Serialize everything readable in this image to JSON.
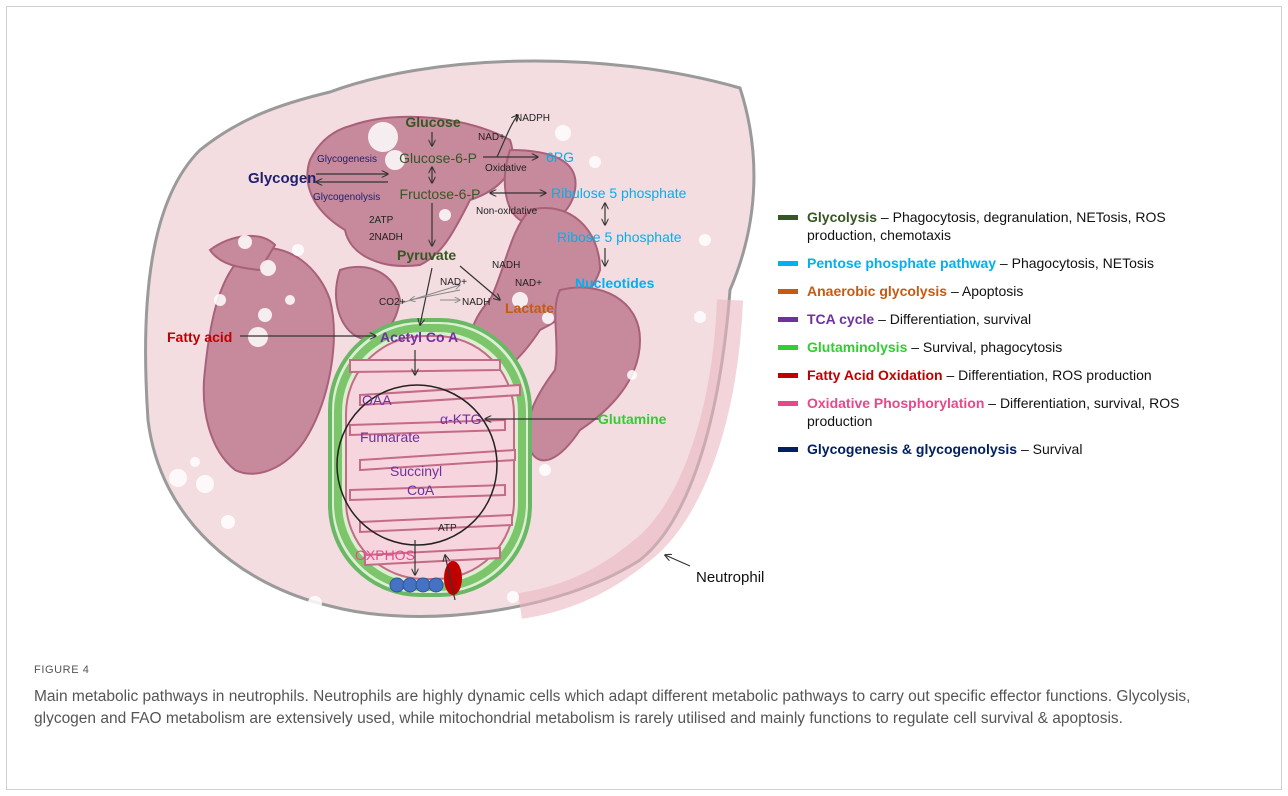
{
  "diagram": {
    "glucose": "Glucose",
    "g6p": "Glucose-6-P",
    "f6p": "Fructose-6-P",
    "glycogen": "Glycogen",
    "glycogenesis": "Glycogenesis",
    "glycogenolysis": "Glycogenolysis",
    "nadph": "NADPH",
    "nad_plus": "NAD+",
    "oxidative": "Oxidative",
    "six_pg": "6PG",
    "ribulose": "Ribulose 5 phosphate",
    "non_oxidative": "Non-oxidative",
    "ribose": "Ribose 5 phosphate",
    "nucleotides": "Nucleotides",
    "two_atp": "2ATP",
    "two_nadh": "2NADH",
    "pyruvate": "Pyruvate",
    "nadh": "NADH",
    "nad_plus2": "NAD+",
    "nad_plus3": "NAD+",
    "co2": "CO2+",
    "nadh2": "NADH",
    "lactate": "Lactate",
    "fatty_acid": "Fatty acid",
    "acetyl_coa": "Acetyl Co A",
    "oaa": "OAA",
    "akg": "α-KTG",
    "fumarate": "Fumarate",
    "succinyl": "Succinyl",
    "coa": "CoA",
    "glutamine": "Glutamine",
    "oxphos": "OXPHOS",
    "atp": "ATP",
    "neutrophil": "Neutrophil"
  },
  "legend": [
    {
      "name": "Glycolysis",
      "text": " – Phagocytosis, degranulation, NETosis, ROS production, chemotaxis",
      "color": "#375623"
    },
    {
      "name": "Pentose phosphate pathway",
      "text": " – Phagocytosis, NETosis",
      "color": "#00b0f0"
    },
    {
      "name": "Anaerobic glycolysis",
      "text": " – Apoptosis",
      "color": "#c55a11"
    },
    {
      "name": "TCA cycle",
      "text": " – Differentiation, survival",
      "color": "#7030a0"
    },
    {
      "name": "Glutaminolysis",
      "text": " – Survival, phagocytosis",
      "color": "#33cc33"
    },
    {
      "name": "Fatty Acid Oxidation",
      "text": " – Differentiation, ROS production",
      "color": "#c00000"
    },
    {
      "name": "Oxidative Phosphorylation",
      "text": " – Differentiation, survival, ROS production",
      "color": "#e8488b"
    },
    {
      "name": "Glycogenesis & glycogenolysis",
      "text": " – Survival",
      "color": "#002060"
    }
  ],
  "figure_label": "FIGURE 4",
  "caption": "Main metabolic pathways in neutrophils. Neutrophils are highly dynamic cells which adapt different metabolic pathways to carry out specific effector functions. Glycolysis, glycogen and FAO metabolism are extensively used, while mitochondrial metabolism is rarely utilised and mainly functions to regulate cell survival & apoptosis."
}
